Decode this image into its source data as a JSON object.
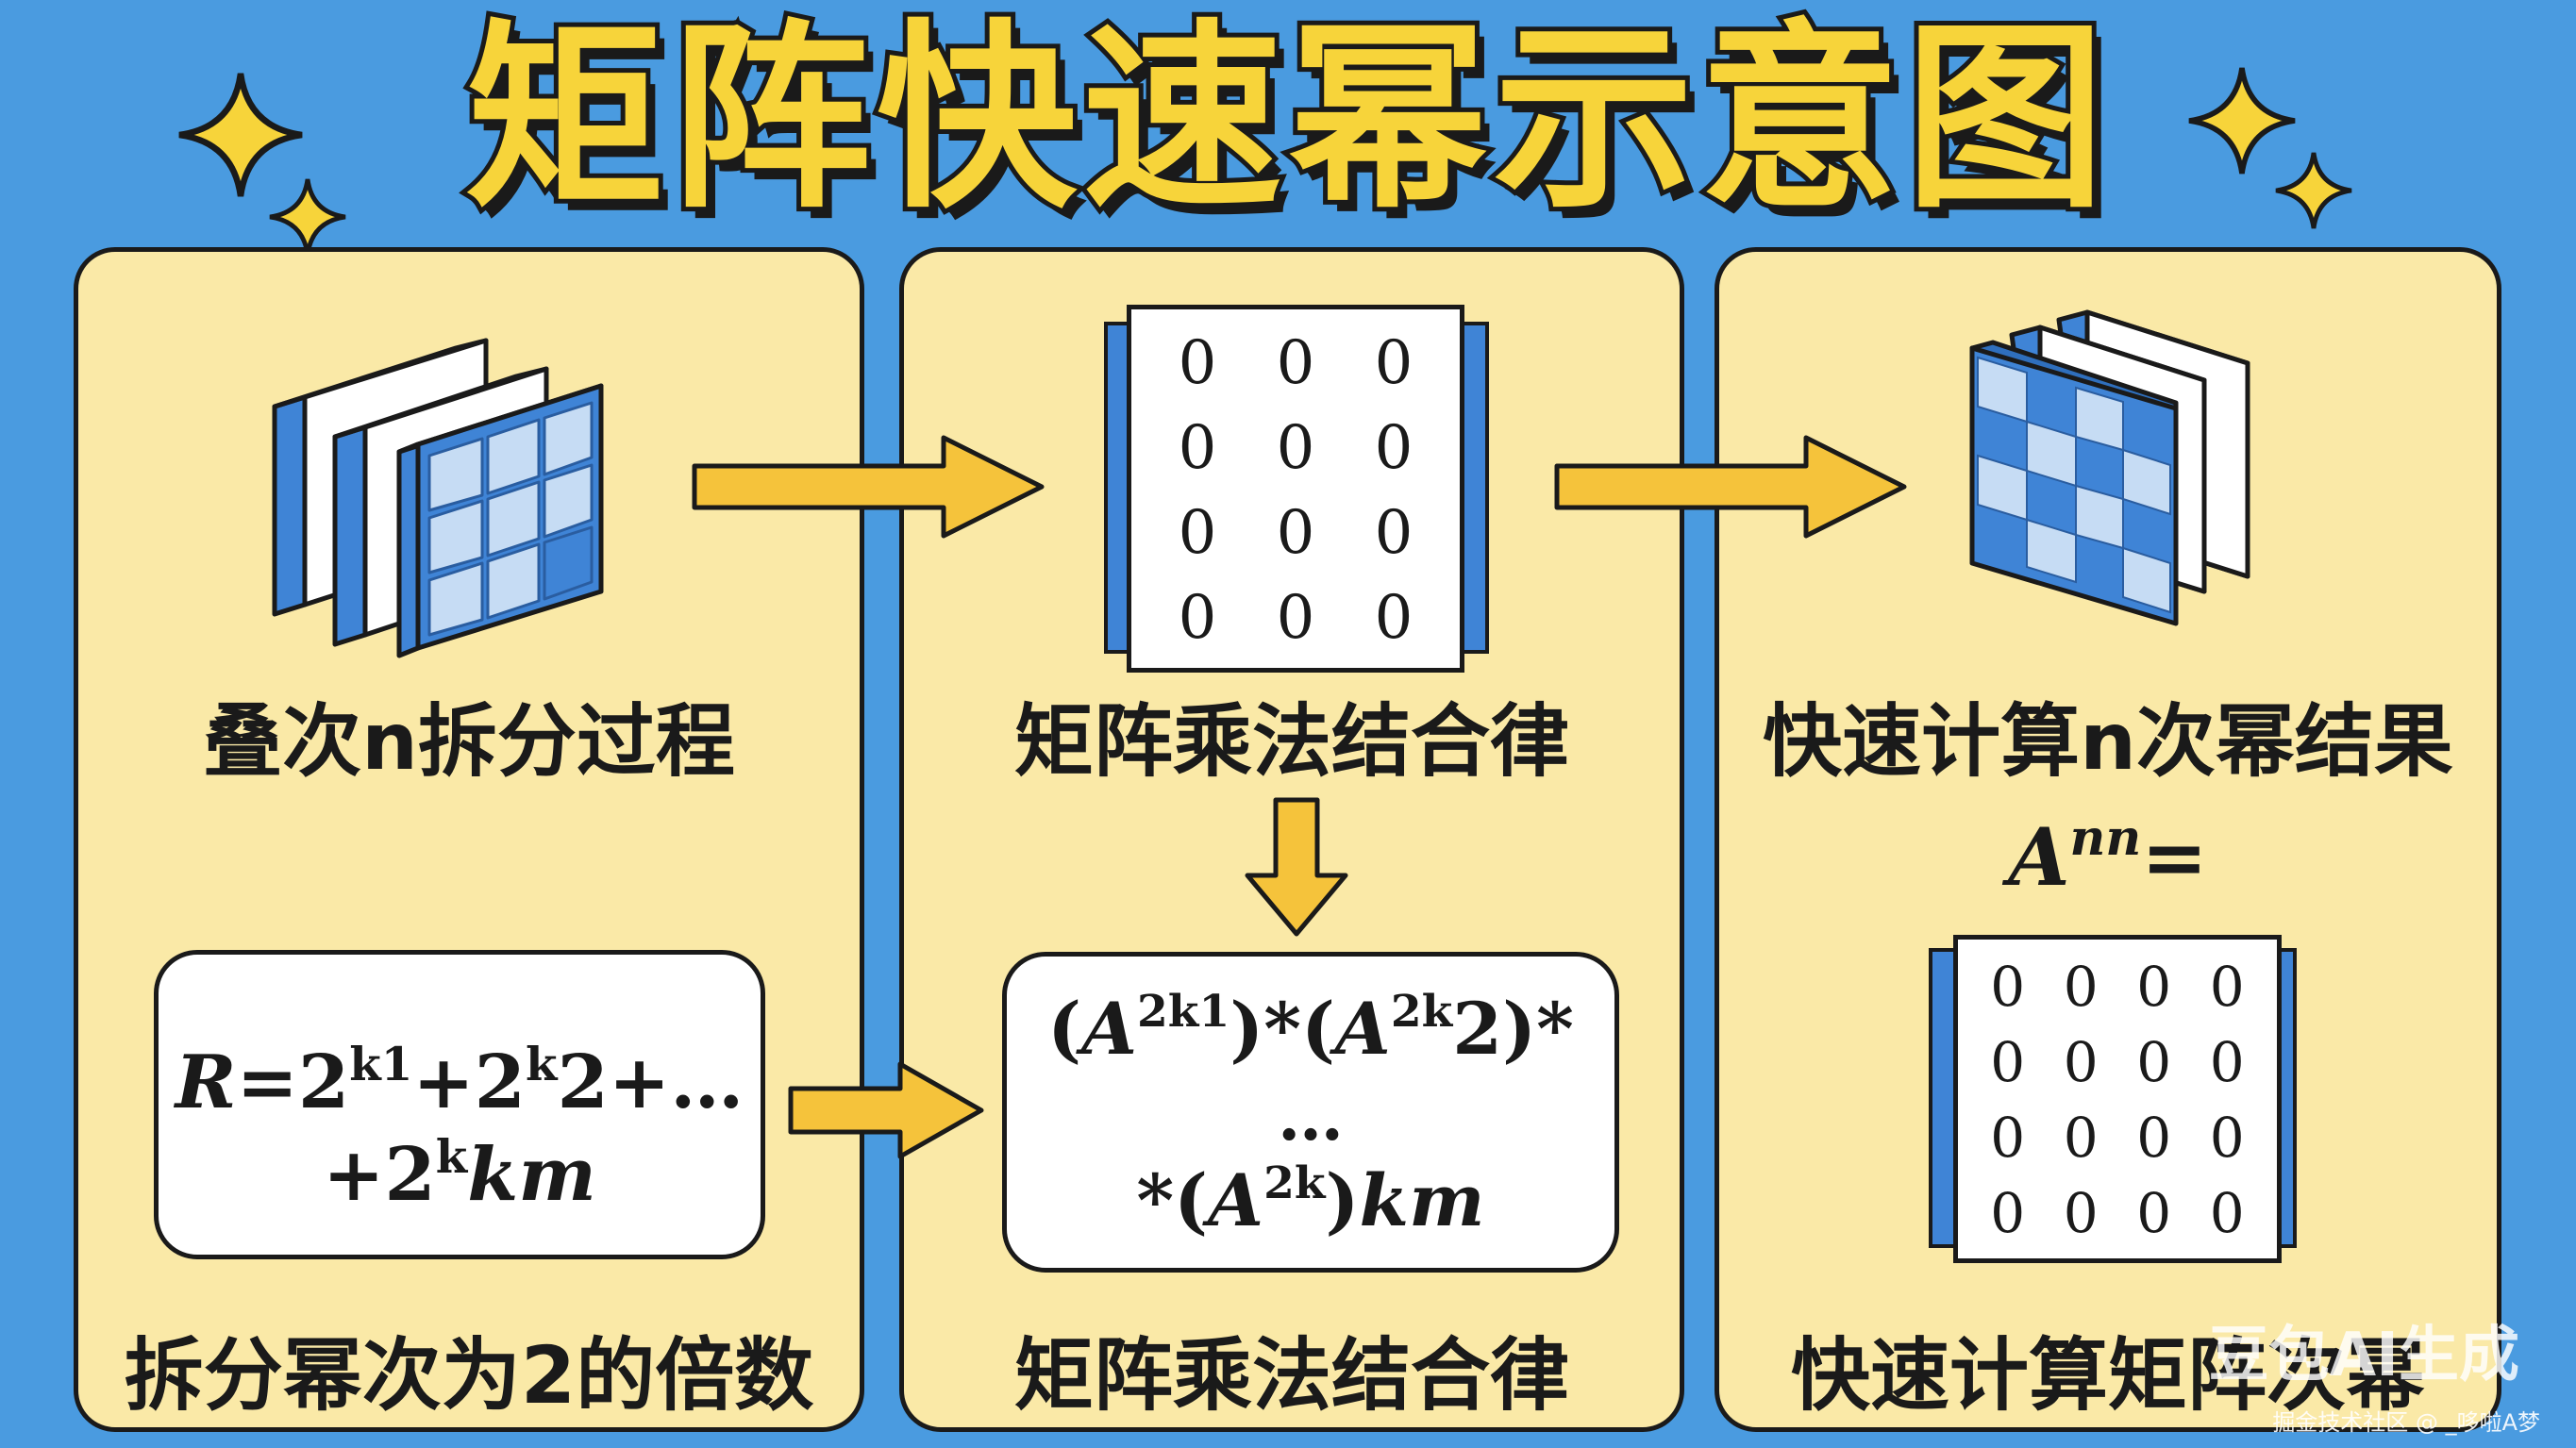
{
  "title": "矩阵快速幂示意图",
  "panels": {
    "left": {
      "caption_top": "叠次n拆分过程",
      "formula_line1": {
        "r": "R",
        "eq": "=2",
        "s1": "k1",
        "p1": "+2",
        "s2": "k",
        "rest": "2+…"
      },
      "formula_line2": {
        "p": "+2",
        "s": "k",
        "km": "km"
      },
      "caption_bottom": "拆分幂次为2的倍数"
    },
    "middle": {
      "matrix_cells": [
        "0",
        "0",
        "0",
        "0",
        "0",
        "0",
        "0",
        "0",
        "0",
        "0",
        "0",
        "0"
      ],
      "caption_top": "矩阵乘法结合律",
      "formula_line1": {
        "o1": "(",
        "a1": "A",
        "s1": "2k1",
        "c1": ")*(",
        "a2": "A",
        "s2": "2k",
        "t2": "2)*"
      },
      "formula_line2": "…",
      "formula_line3": {
        "o": "*(",
        "a": "A",
        "s": "2k",
        "c": ")",
        "km": "km"
      },
      "caption_bottom": "矩阵乘法结合律"
    },
    "right": {
      "caption_top": "快速计算n次幂结果",
      "formula": {
        "a": "A",
        "s": "nn",
        "eq": "="
      },
      "matrix_cells": [
        "0",
        "0",
        "0",
        "0",
        "0",
        "0",
        "0",
        "0",
        "0",
        "0",
        "0",
        "0",
        "0",
        "0",
        "0",
        "0"
      ],
      "caption_bottom": "快速计算矩阵次幂"
    }
  },
  "watermark": {
    "main": "豆包AI生成",
    "sub": "掘金技术社区 @ _哆啦A梦"
  },
  "colors": {
    "background": "#4a9be0",
    "panel": "#fae9a7",
    "title_fill": "#f7d43a",
    "arrow": "#f5c33b",
    "matrix_blue": "#3f84d6",
    "matrix_light": "#c6dcf4"
  },
  "icons": [
    "sparkle-icon",
    "matrix-stack-icon",
    "arrow-right-icon",
    "arrow-down-icon"
  ]
}
